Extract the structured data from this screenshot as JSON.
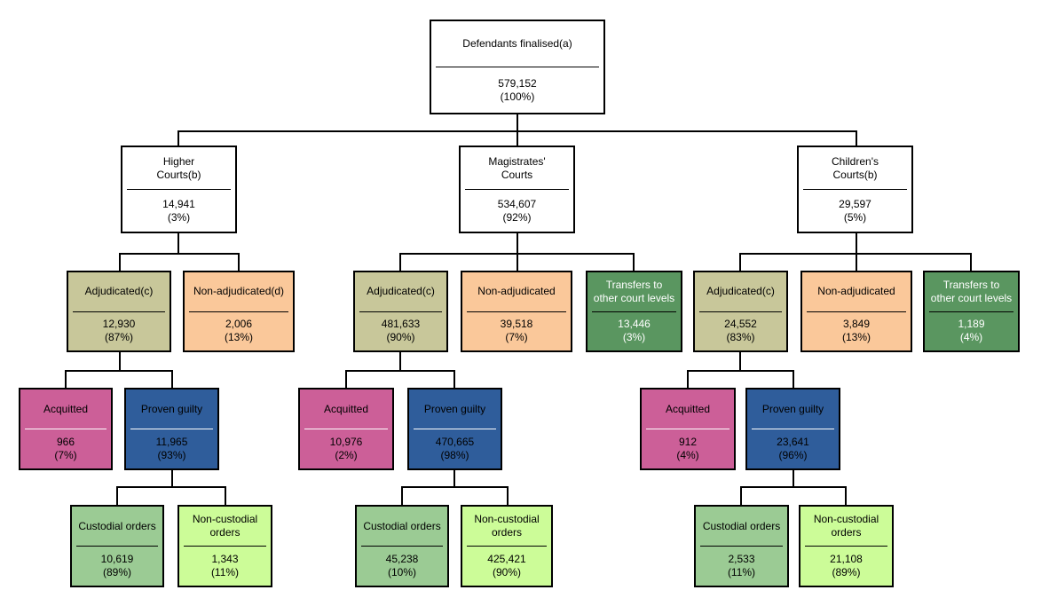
{
  "colors": {
    "white": "#ffffff",
    "khaki": "#c8c79a",
    "peach": "#fac89a",
    "dark_green": "#5a9660",
    "pink": "#cc5f98",
    "blue": "#2f5d9b",
    "mid_green": "#9bcb94",
    "light_green": "#ccfc98"
  },
  "root": {
    "label": "Defendants finalised(a)",
    "count": "579,152",
    "pct": "(100%)"
  },
  "higher": {
    "label_line1": "Higher",
    "label_line2": "Courts(b)",
    "count": "14,941",
    "pct": "(3%)",
    "adjudicated": {
      "label": "Adjudicated(c)",
      "count": "12,930",
      "pct": "(87%)"
    },
    "non_adjudicated": {
      "label": "Non-adjudicated(d)",
      "count": "2,006",
      "pct": "(13%)"
    },
    "acquitted": {
      "label": "Acquitted",
      "count": "966",
      "pct": "(7%)"
    },
    "proven_guilty": {
      "label": "Proven guilty",
      "count": "11,965",
      "pct": "(93%)"
    },
    "custodial": {
      "label": "Custodial orders",
      "count": "10,619",
      "pct": "(89%)"
    },
    "non_custodial": {
      "label_line1": "Non-custodial",
      "label_line2": "orders",
      "count": "1,343",
      "pct": "(11%)"
    }
  },
  "magistrates": {
    "label_line1": "Magistrates'",
    "label_line2": "Courts",
    "count": "534,607",
    "pct": "(92%)",
    "adjudicated": {
      "label": "Adjudicated(c)",
      "count": "481,633",
      "pct": "(90%)"
    },
    "non_adjudicated": {
      "label": "Non-adjudicated",
      "count": "39,518",
      "pct": "(7%)"
    },
    "transfers": {
      "label_line1": "Transfers to",
      "label_line2": "other court levels",
      "count": "13,446",
      "pct": "(3%)"
    },
    "acquitted": {
      "label": "Acquitted",
      "count": "10,976",
      "pct": "(2%)"
    },
    "proven_guilty": {
      "label": "Proven guilty",
      "count": "470,665",
      "pct": "(98%)"
    },
    "custodial": {
      "label": "Custodial orders",
      "count": "45,238",
      "pct": "(10%)"
    },
    "non_custodial": {
      "label_line1": "Non-custodial",
      "label_line2": "orders",
      "count": "425,421",
      "pct": "(90%)"
    }
  },
  "childrens": {
    "label_line1": "Children's",
    "label_line2": "Courts(b)",
    "count": "29,597",
    "pct": "(5%)",
    "adjudicated": {
      "label": "Adjudicated(c)",
      "count": "24,552",
      "pct": "(83%)"
    },
    "non_adjudicated": {
      "label": "Non-adjudicated",
      "count": "3,849",
      "pct": "(13%)"
    },
    "transfers": {
      "label_line1": "Transfers to",
      "label_line2": "other court levels",
      "count": "1,189",
      "pct": "(4%)"
    },
    "acquitted": {
      "label": "Acquitted",
      "count": "912",
      "pct": "(4%)"
    },
    "proven_guilty": {
      "label": "Proven guilty",
      "count": "23,641",
      "pct": "(96%)"
    },
    "custodial": {
      "label": "Custodial orders",
      "count": "2,533",
      "pct": "(11%)"
    },
    "non_custodial": {
      "label_line1": "Non-custodial",
      "label_line2": "orders",
      "count": "21,108",
      "pct": "(89%)"
    }
  }
}
